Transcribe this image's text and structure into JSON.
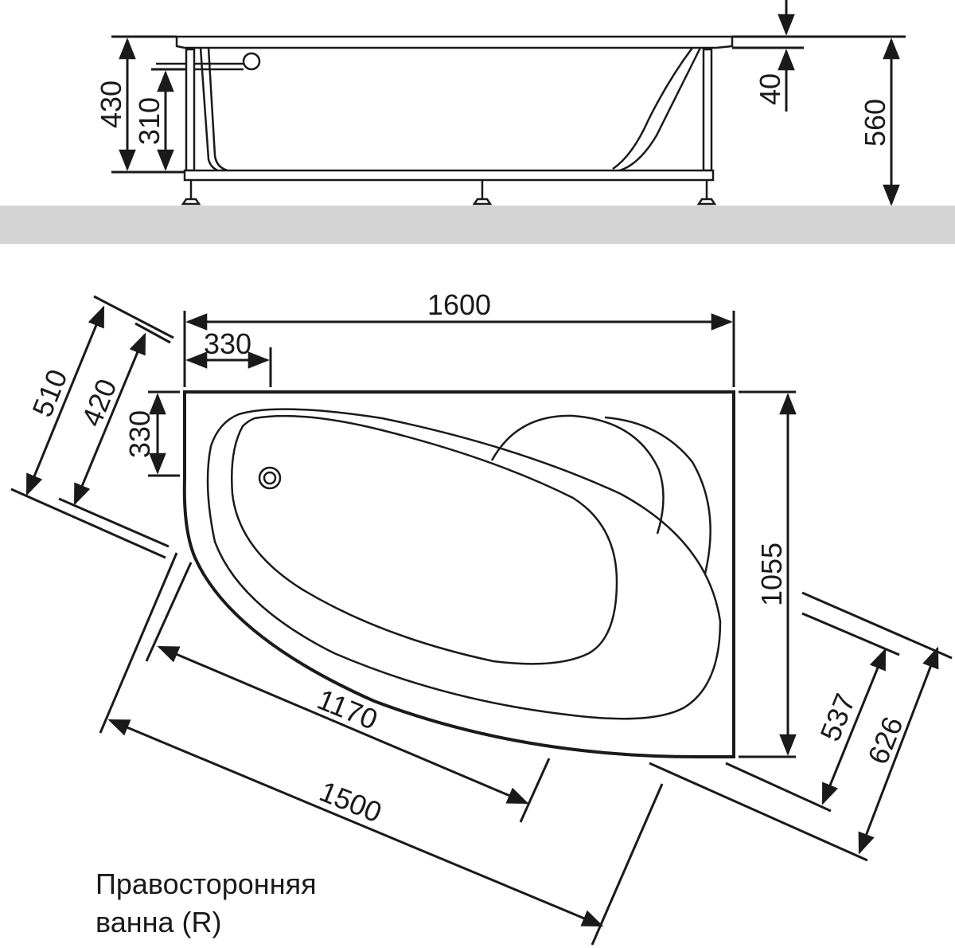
{
  "side_view": {
    "dims": {
      "overall_height": "560",
      "rim_height": "430",
      "drain_height": "310",
      "rim_thickness": "40"
    }
  },
  "plan_view": {
    "dims": {
      "length": "1600",
      "top_offset": "330",
      "left_offset": "330",
      "depth": "1055",
      "left_angle_outer": "510",
      "left_angle_inner": "420",
      "front_inner": "1170",
      "front_outer": "1500",
      "right_angle_inner": "537",
      "right_angle_outer": "626"
    }
  },
  "caption": {
    "line1": "Правосторонняя",
    "line2": "ванна (R)"
  },
  "colors": {
    "floor": "#d4d4d4",
    "line": "#1a1a1a"
  }
}
